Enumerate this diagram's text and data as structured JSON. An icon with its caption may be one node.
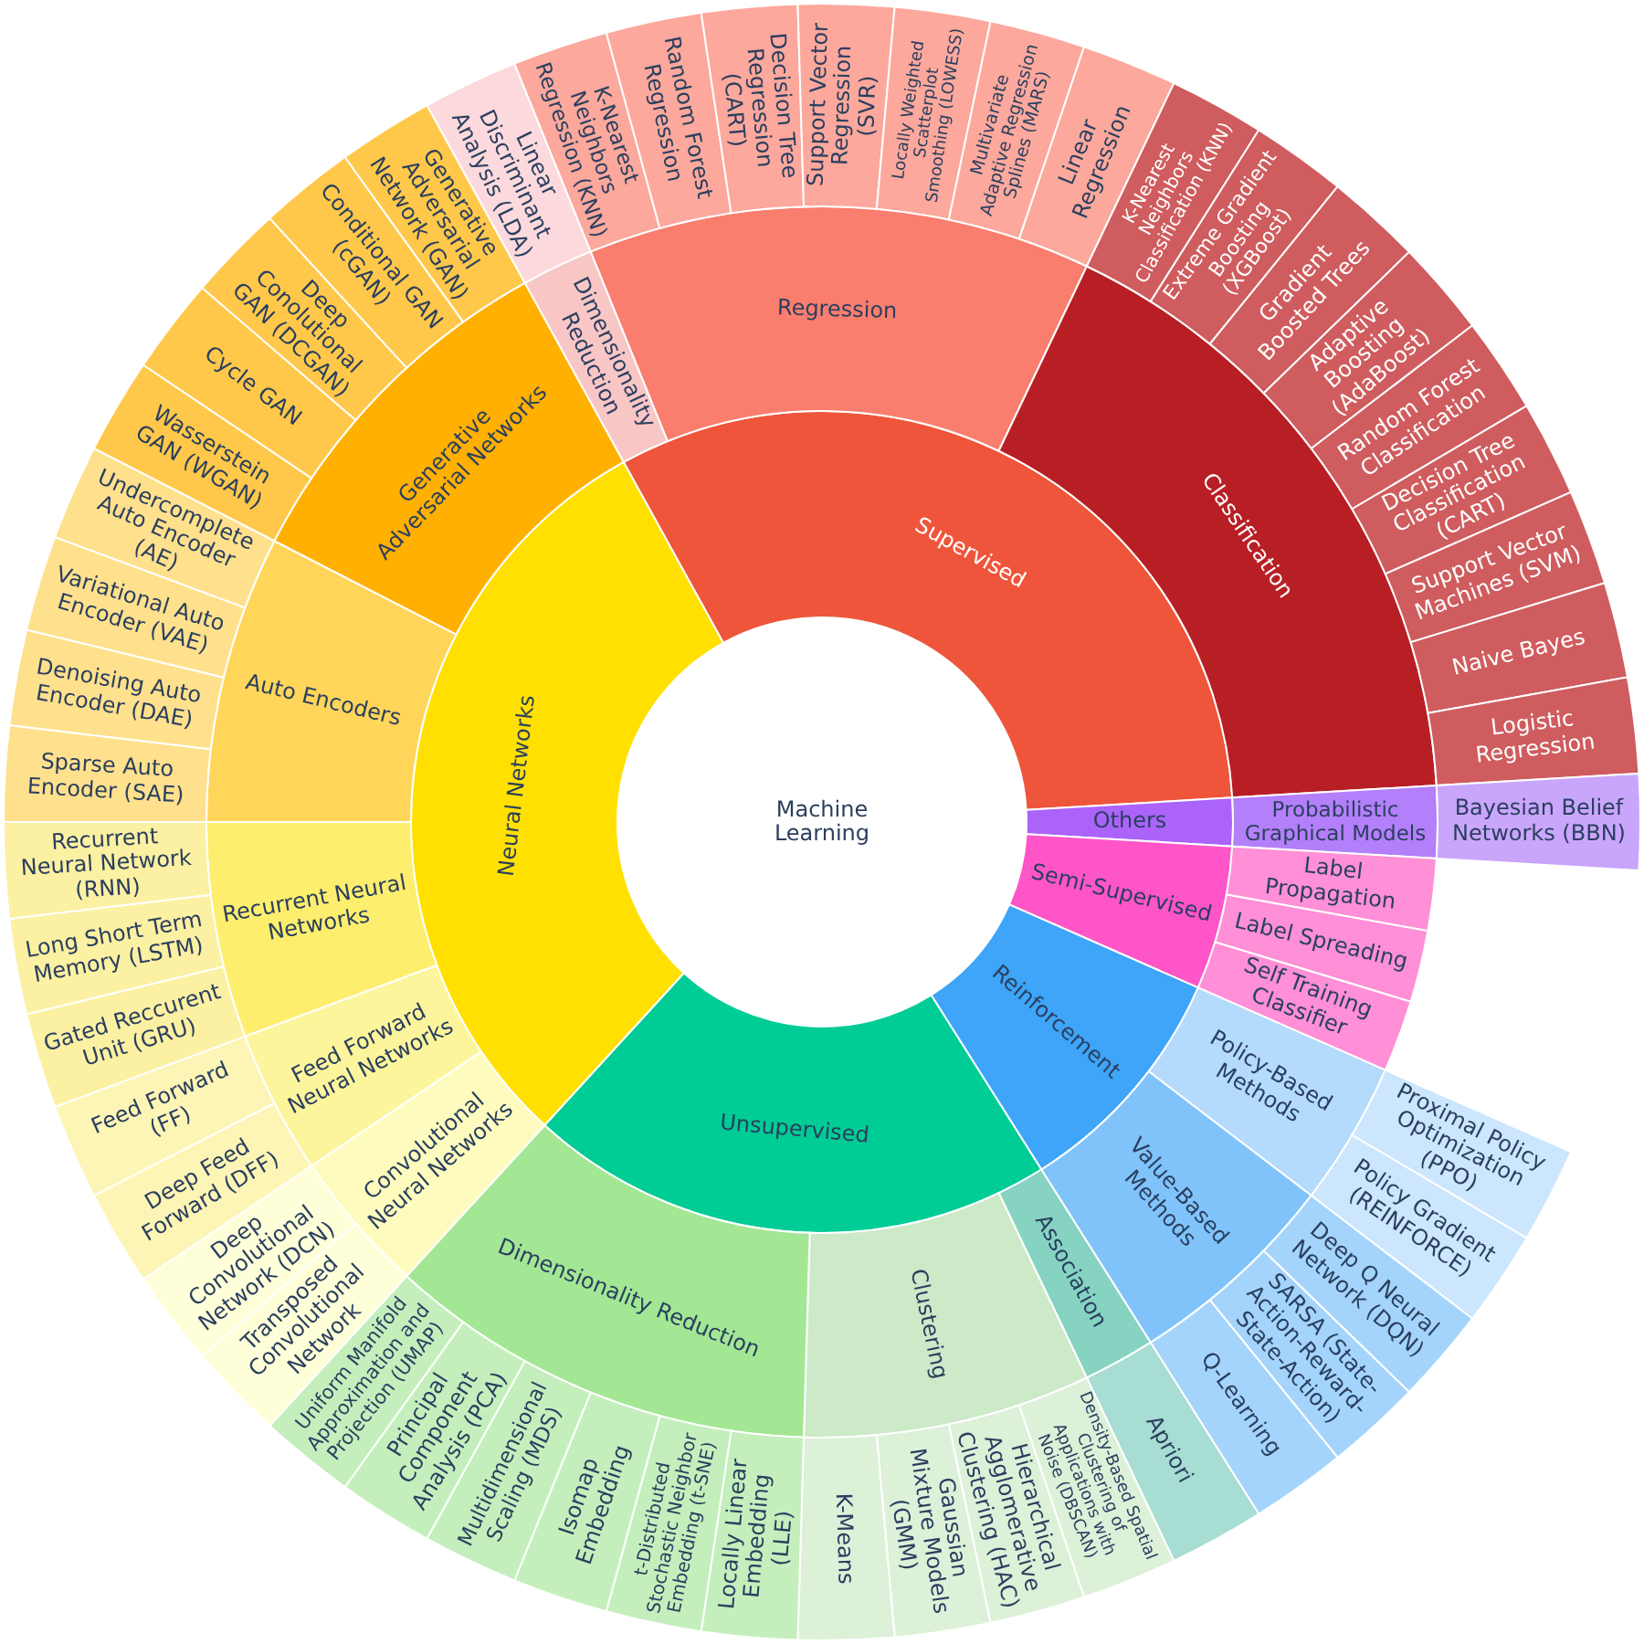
{
  "diagram": {
    "nodes": [
      {
        "text": [
          "Machine Learning"
        ]
      },
      {
        "text": [
          "Supervised"
        ]
      },
      {
        "text": [
          "Dimensionality Reduction"
        ]
      },
      {
        "text": [
          "Linear Discriminant Analysis (LDA)"
        ]
      },
      {
        "text": [
          "Regression"
        ]
      },
      {
        "text": [
          "K-Nearest Neighbors Regression (KNN)"
        ]
      },
      {
        "text": [
          "Random Forest Regression"
        ]
      },
      {
        "text": [
          "Decision Tree Regression (CART)"
        ]
      },
      {
        "text": [
          "Support Vector Regression (SVR)"
        ]
      },
      {
        "text": [
          "Locally Weighted Scatterplot Smoothing (LOWESS)"
        ]
      },
      {
        "text": [
          "Multivariate Adaptive Regression Splines (MARS)"
        ]
      },
      {
        "text": [
          "Linear Regression"
        ]
      },
      {
        "text": [
          "Classification"
        ]
      },
      {
        "text": [
          "K-Nearest Neighbors Classification (KNN)"
        ]
      },
      {
        "text": [
          "Extreme Gradient Boosting (XGBoost)"
        ]
      },
      {
        "text": [
          "Gradient Boosted Trees"
        ]
      },
      {
        "text": [
          "Adaptive Boosting (AdaBoost)"
        ]
      },
      {
        "text": [
          "Random Forest Classification"
        ]
      },
      {
        "text": [
          "Decision Tree Classification (CART)"
        ]
      },
      {
        "text": [
          "Support Vector Machines (SVM)"
        ]
      },
      {
        "text": [
          "Naive Bayes"
        ]
      },
      {
        "text": [
          "Logistic Regression"
        ]
      },
      {
        "text": [
          "Others"
        ]
      },
      {
        "text": [
          "Probabilistic Graphical Models"
        ]
      },
      {
        "text": [
          "Bayesian Belief Networks (BBN)"
        ]
      },
      {
        "text": [
          "Semi-Supervised"
        ]
      },
      {
        "text": [
          "Label Propagation"
        ]
      },
      {
        "text": [
          "Label Spreading"
        ]
      },
      {
        "text": [
          "Self Training Classifier"
        ]
      },
      {
        "text": [
          "Reinforcement"
        ]
      },
      {
        "text": [
          "Policy-Based Methods"
        ]
      },
      {
        "text": [
          "Proximal Policy Optimization (PPO)"
        ]
      },
      {
        "text": [
          "Policy Gradient (REINFORCE)"
        ]
      },
      {
        "text": [
          "Value-Based Methods"
        ]
      },
      {
        "text": [
          "Deep Q Neural Network (DQN)"
        ]
      },
      {
        "text": [
          "SARSA (State-Action-Reward-State-Action)"
        ]
      },
      {
        "text": [
          "Q-Learning"
        ]
      },
      {
        "text": [
          "Unsupervised"
        ]
      },
      {
        "text": [
          "Association"
        ]
      },
      {
        "text": [
          "Apriori"
        ]
      },
      {
        "text": [
          "Clustering"
        ]
      },
      {
        "text": [
          "Density-Based Spatial Clustering of Applications with Noise (DBSCAN)"
        ]
      },
      {
        "text": [
          "Hierarchical Agglomerative Clustering (HAC)"
        ]
      },
      {
        "text": [
          "Gaussian Mixture Models (GMM)"
        ]
      },
      {
        "text": [
          "K-Means"
        ]
      },
      {
        "text": [
          "Dimensionality Reduction"
        ]
      },
      {
        "text": [
          "Locally Linear Embedding (LLE)"
        ]
      },
      {
        "text": [
          "t-Distributed Stochastic Neighbor Embedding (t-SNE)"
        ]
      },
      {
        "text": [
          "Isomap Embedding"
        ]
      },
      {
        "text": [
          "Multidimensional Scaling (MDS)"
        ]
      },
      {
        "text": [
          "Principal Component Analysis (PCA)"
        ]
      },
      {
        "text": [
          "Uniform Manifold Approximation and Projection (UMAP)"
        ]
      },
      {
        "text": [
          "Neural Networks"
        ]
      },
      {
        "text": [
          "Convolutional Neural Networks"
        ]
      },
      {
        "text": [
          "Transposed Convolutional Network"
        ]
      },
      {
        "text": [
          "Deep Convolutional Network (DCN)"
        ]
      },
      {
        "text": [
          "Feed Forward Neural Networks"
        ]
      },
      {
        "text": [
          "Deep Feed Forward (DFF)"
        ]
      },
      {
        "text": [
          "Feed Forward (FF)"
        ]
      },
      {
        "text": [
          "Recurrent Neural Networks"
        ]
      },
      {
        "text": [
          "Gated Reccurent Unit (GRU)"
        ]
      },
      {
        "text": [
          "Long Short Term Memory (LSTM)"
        ]
      },
      {
        "text": [
          "Recurrent Neural Network (RNN)"
        ]
      },
      {
        "text": [
          "Auto Encoders"
        ]
      },
      {
        "text": [
          "Sparse Auto Encoder (SAE)"
        ]
      },
      {
        "text": [
          "Denoising Auto Encoder (DAE)"
        ]
      },
      {
        "text": [
          "Variational Auto Encoder (VAE)"
        ]
      },
      {
        "text": [
          "Undercomplete Auto Encoder (AE)"
        ]
      },
      {
        "text": [
          "Generative Adversarial Networks"
        ]
      },
      {
        "text": [
          "Wasserstein GAN (WGAN)"
        ]
      },
      {
        "text": [
          "Cycle GAN"
        ]
      },
      {
        "text": [
          "Deep Conolutional GAN (DCGAN)"
        ]
      },
      {
        "text": [
          "Conditional GAN (cGAN)"
        ]
      },
      {
        "text": [
          "Generative Adversarial Network (GAN)"
        ]
      }
    ]
  }
}
